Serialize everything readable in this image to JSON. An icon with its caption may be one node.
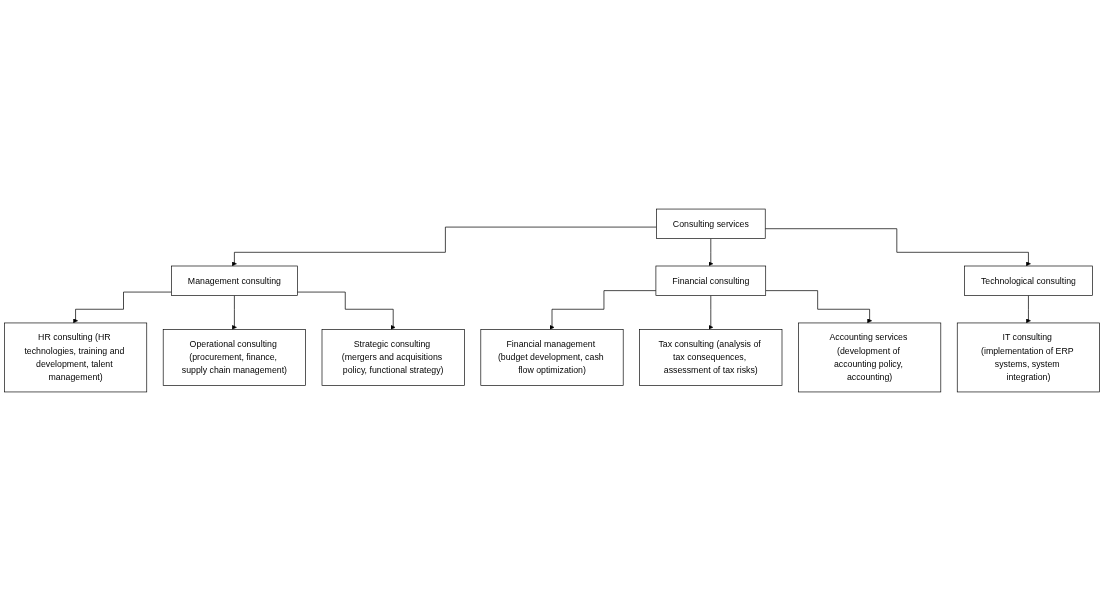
{
  "diagram": {
    "nodes": [
      {
        "text": [
          "Consulting services"
        ]
      },
      {
        "text": [
          "Management consulting"
        ]
      },
      {
        "text": [
          "Financial consulting"
        ]
      },
      {
        "text": [
          "Technological consulting"
        ]
      },
      {
        "text": [
          "HR consulting (HR technologies, training and development, talent management)"
        ]
      },
      {
        "text": [
          "Operational consulting (procurement, finance, supply chain management)"
        ]
      },
      {
        "text": [
          "Strategic consulting (mergers and acquisitions policy, functional strategy)"
        ]
      },
      {
        "text": [
          "Financial management (budget development, cash flow optimization)"
        ]
      },
      {
        "text": [
          "Tax consulting (analysis of tax consequences, assessment of tax risks)"
        ]
      },
      {
        "text": [
          "Accounting services (development of accounting policy, accounting)"
        ]
      },
      {
        "text": [
          "IT consulting (implementation of ERP systems, system integration)"
        ]
      }
    ],
    "edges": [
      {
        "from": 0,
        "to": 1,
        "arrow": "to"
      },
      {
        "from": 0,
        "to": 2,
        "arrow": "to"
      },
      {
        "from": 0,
        "to": 3,
        "arrow": "to"
      },
      {
        "from": 1,
        "to": 4,
        "arrow": "to"
      },
      {
        "from": 1,
        "to": 5,
        "arrow": "to"
      },
      {
        "from": 1,
        "to": 6,
        "arrow": "to"
      },
      {
        "from": 2,
        "to": 7,
        "arrow": "to"
      },
      {
        "from": 2,
        "to": 8,
        "arrow": "to"
      },
      {
        "from": 2,
        "to": 9,
        "arrow": "to"
      },
      {
        "from": 3,
        "to": 10,
        "arrow": "to"
      }
    ]
  }
}
